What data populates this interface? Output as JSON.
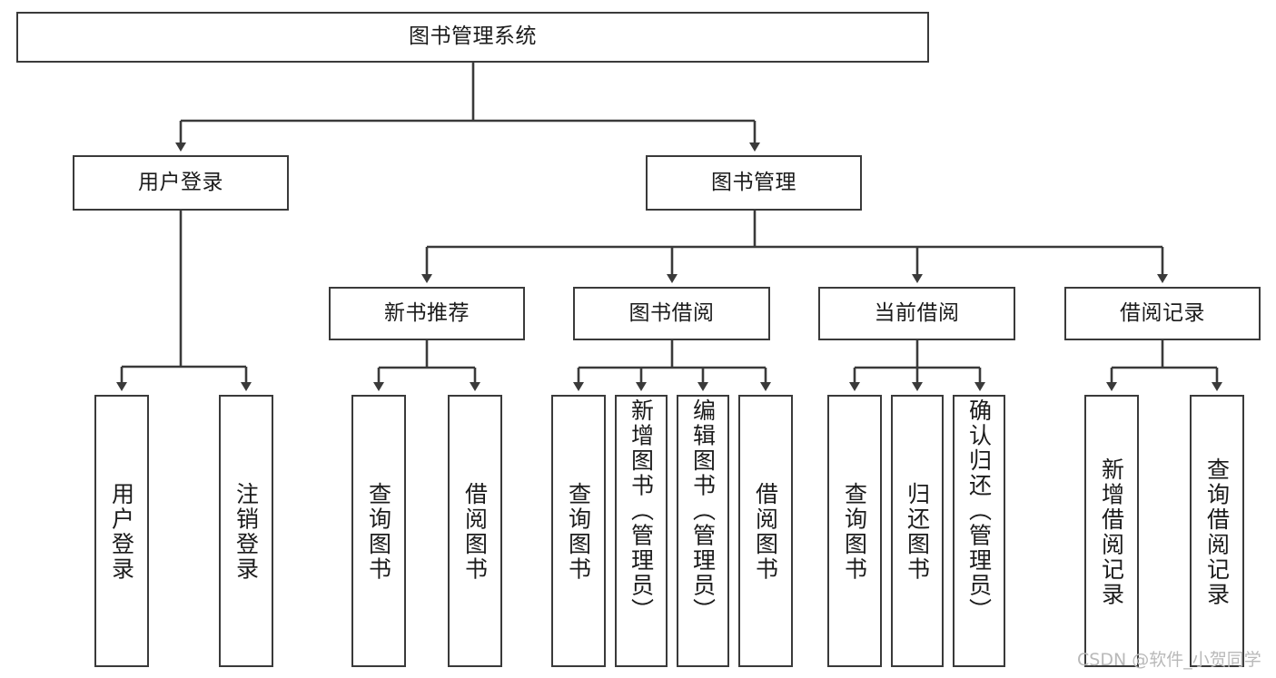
{
  "diagram": {
    "title": "图书管理系统",
    "type": "hierarchy-tree",
    "watermark": "CSDN @软件_小贺同学",
    "line_color": "#3a3a3a",
    "box_fill": "#ffffff",
    "text_color": "#1b1b1b",
    "nodes": {
      "root": {
        "label": "图书管理系统"
      },
      "level2": [
        {
          "id": "user-login",
          "label": "用户登录"
        },
        {
          "id": "book-management",
          "label": "图书管理"
        }
      ],
      "level3": [
        {
          "id": "new-book-recommend",
          "label": "新书推荐"
        },
        {
          "id": "book-borrow",
          "label": "图书借阅"
        },
        {
          "id": "current-borrow",
          "label": "当前借阅"
        },
        {
          "id": "borrow-record",
          "label": "借阅记录"
        }
      ],
      "leaves": {
        "user_login": [
          {
            "id": "leaf-user-login",
            "label": "用户登录"
          },
          {
            "id": "leaf-logout-login",
            "label": "注销登录"
          }
        ],
        "new_book_recommend": [
          {
            "id": "leaf-query-book-1",
            "label": "查询图书"
          },
          {
            "id": "leaf-borrow-book-1",
            "label": "借阅图书"
          }
        ],
        "book_borrow": [
          {
            "id": "leaf-query-book-2",
            "label": "查询图书"
          },
          {
            "id": "leaf-add-book",
            "label": "新增图书（管理员）"
          },
          {
            "id": "leaf-edit-book",
            "label": "编辑图书（管理员）"
          },
          {
            "id": "leaf-borrow-book-2",
            "label": "借阅图书"
          }
        ],
        "current_borrow": [
          {
            "id": "leaf-query-book-3",
            "label": "查询图书"
          },
          {
            "id": "leaf-return-book",
            "label": "归还图书"
          },
          {
            "id": "leaf-confirm-return",
            "label": "确认归还（管理员）"
          }
        ],
        "borrow_record": [
          {
            "id": "leaf-add-record",
            "label": "新增借阅记录"
          },
          {
            "id": "leaf-query-record",
            "label": "查询借阅记录"
          }
        ]
      }
    }
  }
}
